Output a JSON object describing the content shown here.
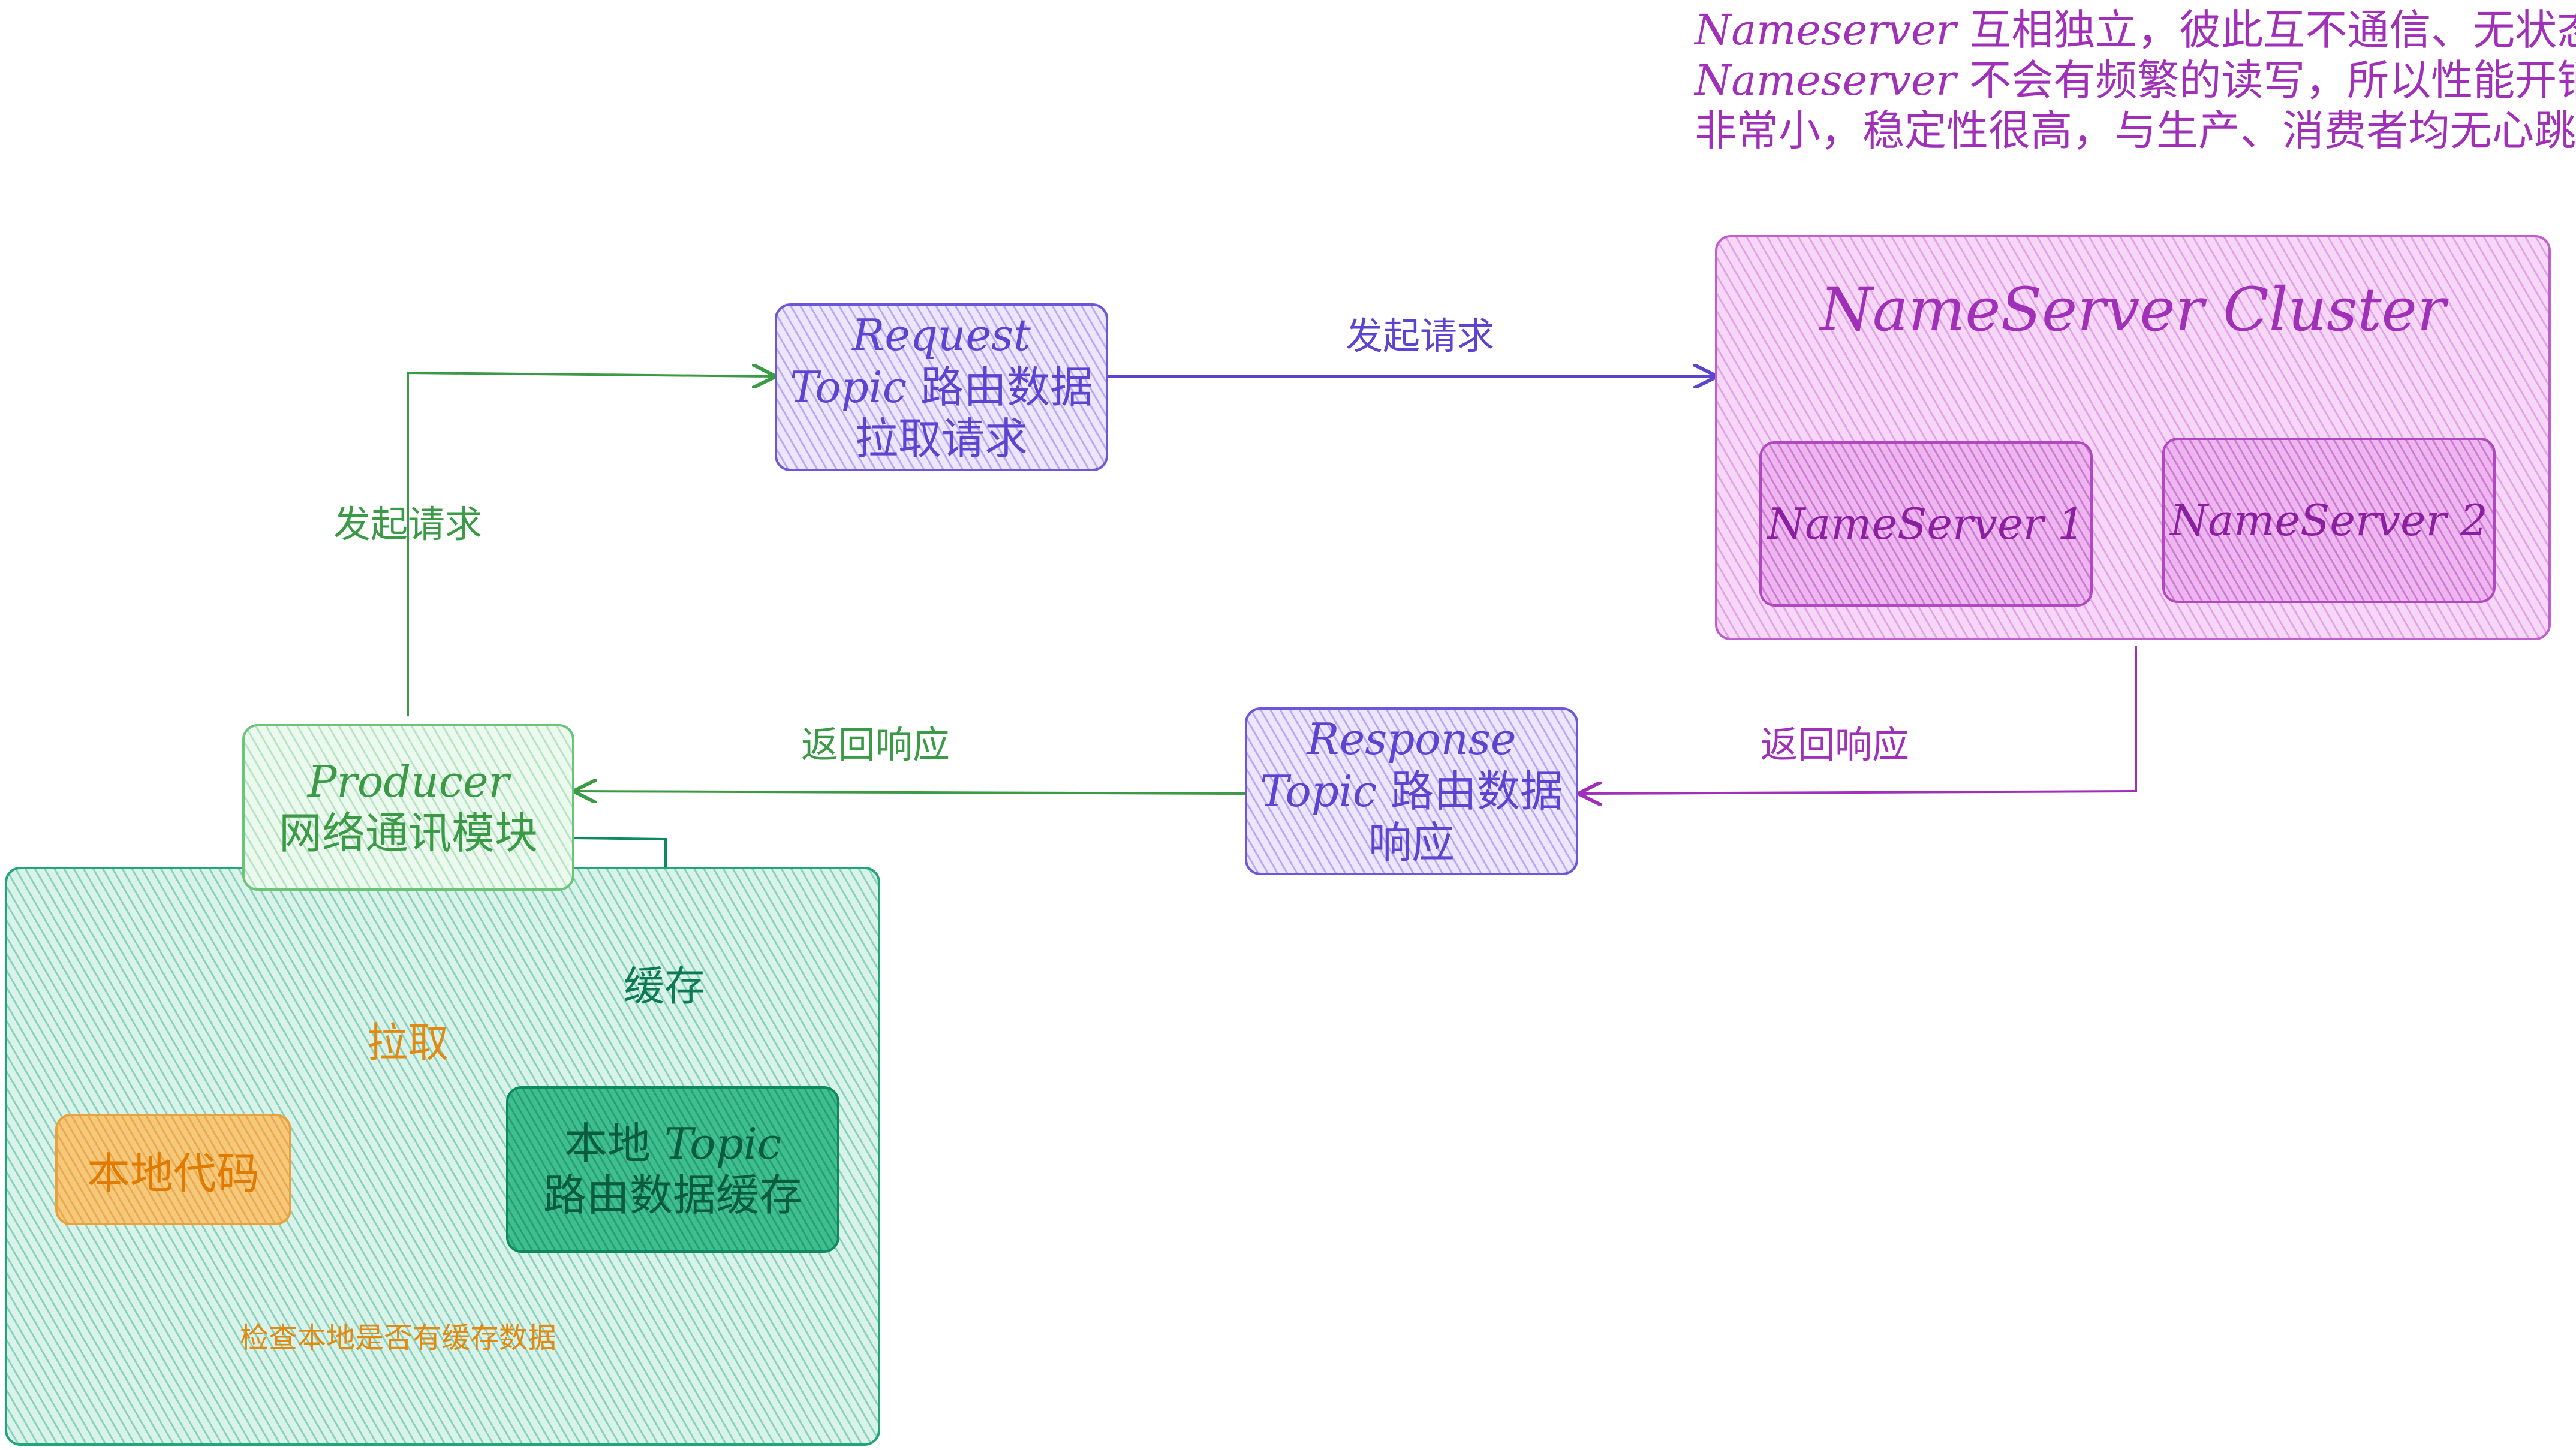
{
  "colors": {
    "nameserver": "#a030b8",
    "request": "#5b45d0",
    "producer": "#3a9a45",
    "cache": "#0e8a5e",
    "local": "#e08a12"
  },
  "note": {
    "line1_en": "Nameserver",
    "line1_cn": " 互相独立，彼此互不通信、无状态",
    "line2_en": "Nameserver",
    "line2_cn": " 不会有频繁的读写，所以性能开销",
    "line3": "非常小，稳定性很高，与生产、消费者均无心跳"
  },
  "cluster": {
    "title": "NameServer Cluster",
    "node1": "NameServer 1",
    "node2": "NameServer 2"
  },
  "request_box": {
    "line1": "Request",
    "line2_en": "Topic",
    "line2_cn": " 路由数据",
    "line3": "拉取请求"
  },
  "response_box": {
    "line1": "Response",
    "line2_en": "Topic",
    "line2_cn": " 路由数据",
    "line3": "响应"
  },
  "producer_box": {
    "line1": "Producer",
    "line2": "网络通讯模块"
  },
  "cache_box": {
    "line1_cn": "本地 ",
    "line1_en": "Topic",
    "line2": "路由数据缓存"
  },
  "local_box": {
    "label": "本地代码"
  },
  "edges": {
    "send_request_top": "发起请求",
    "send_request_left": "发起请求",
    "return_response_right": "返回响应",
    "return_response_left": "返回响应",
    "cache": "缓存",
    "pull": "拉取",
    "check_local": "检查本地是否有缓存数据"
  }
}
